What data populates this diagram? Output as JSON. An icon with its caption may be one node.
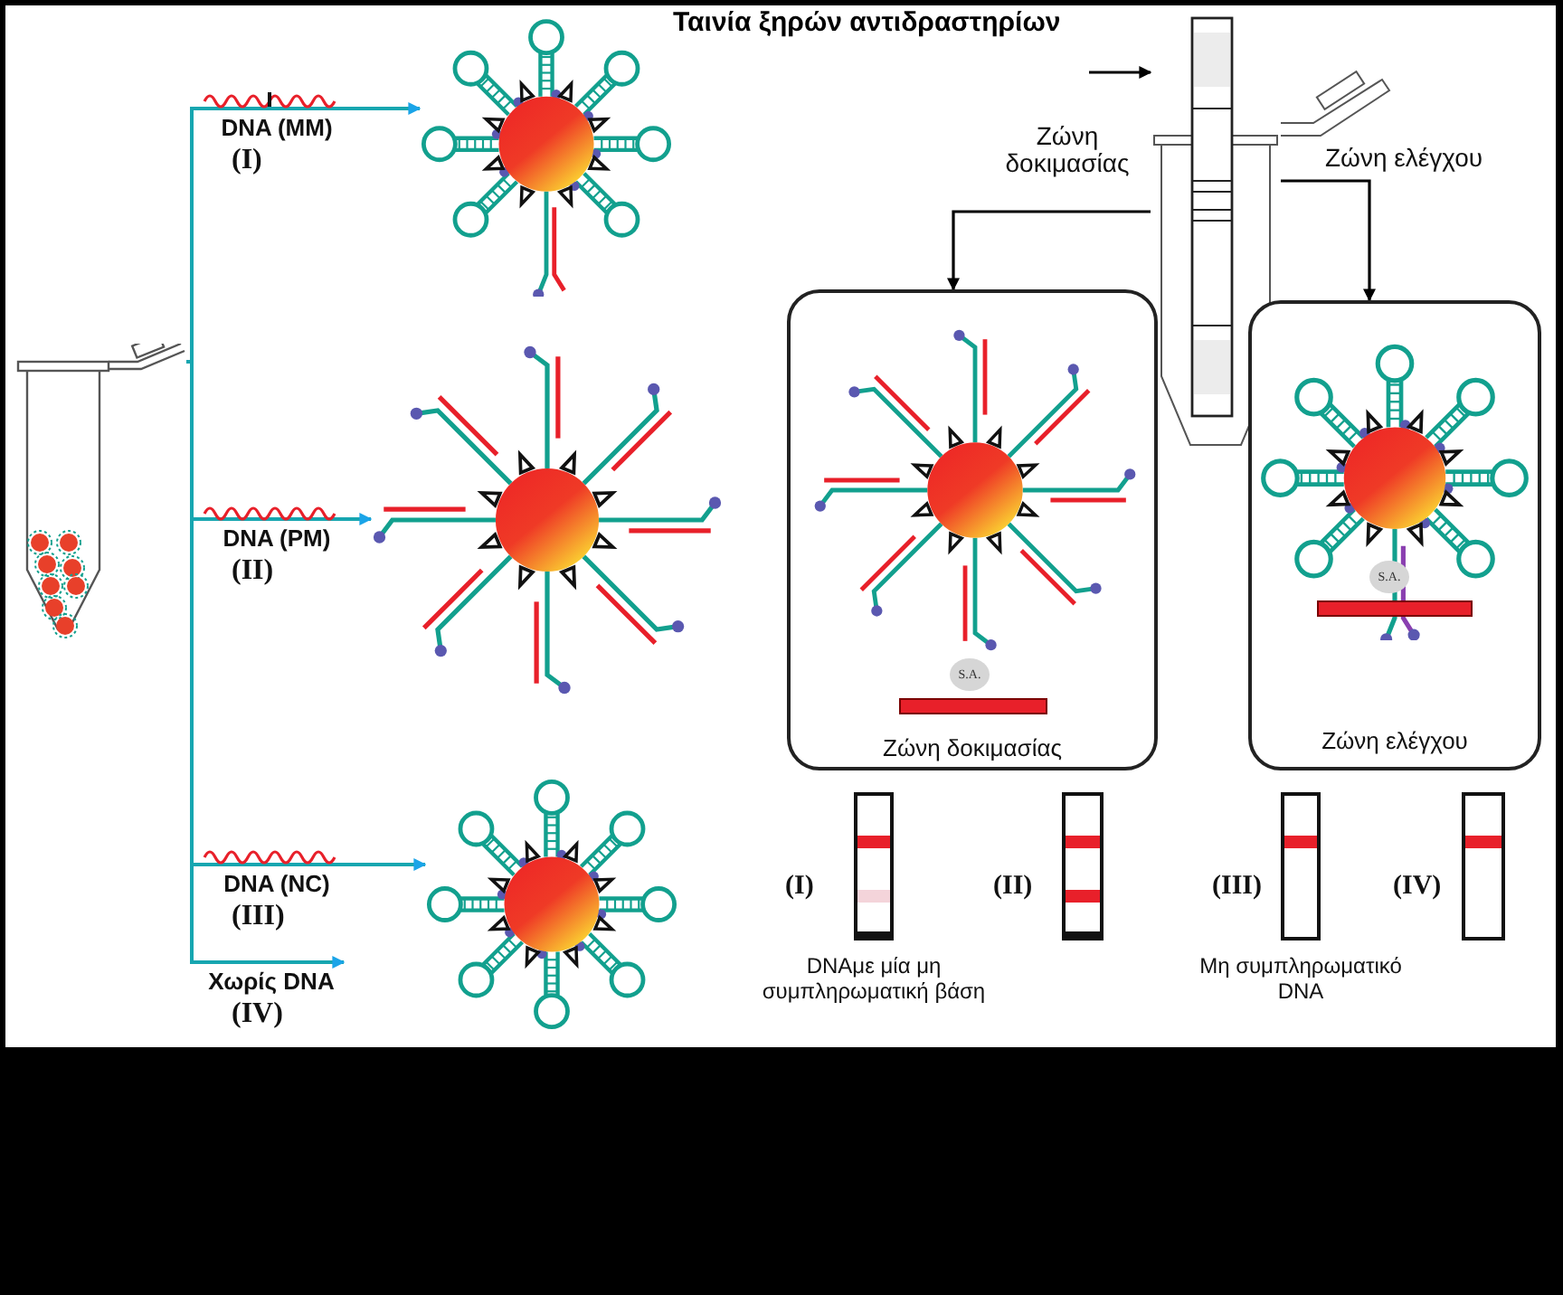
{
  "diagram": {
    "nodes": [
      {
        "text": [],
        "shape": "picture"
      },
      {
        "text": [],
        "shape": "picture"
      },
      {
        "text": [],
        "shape": "picture"
      },
      {
        "text": [],
        "shape": "picture"
      },
      {
        "text": [
          "Ταινία ξηρών αντιδραστηρίων"
        ]
      },
      {
        "text": [],
        "shape": "picture"
      },
      {
        "text": [
          "Ζώνη δοκιμασίας"
        ]
      },
      {
        "text": [],
        "shape": "picture",
        "in": 6
      },
      {
        "text": [
          "Ζώνη ελέγχου"
        ]
      },
      {
        "text": [],
        "shape": "picture",
        "in": 8
      },
      {
        "text": [],
        "shape": "bar",
        "beside": [
          "(I)",
          "DNAμε μία μη συμπληρωματική βάση"
        ]
      },
      {
        "text": [],
        "shape": "bar",
        "beside": [
          "(II)"
        ]
      },
      {
        "text": [],
        "shape": "bar",
        "beside": [
          "(III)",
          "Μη συμπληρωματικό DNA"
        ]
      },
      {
        "text": [],
        "shape": "bar",
        "beside": [
          "(IV)"
        ]
      }
    ],
    "edges": [
      {
        "from": 0,
        "to": 1,
        "arrow": "to",
        "label": "DNA (MM)"
      },
      {
        "from": 0,
        "to": 2,
        "arrow": "to",
        "label": "DNA (PM)"
      },
      {
        "from": 0,
        "to": 3,
        "arrow": "to",
        "label": "DNA (NC)"
      },
      {
        "from": 0,
        "to": null,
        "arrow": "to",
        "label": "Χωρίς DNA"
      },
      {
        "from": 4,
        "to": 5,
        "arrow": "to",
        "color": "#000000"
      },
      {
        "from": 5,
        "to": 6,
        "arrow": "to",
        "label": "Ζώνη δοκιμασίας",
        "color": "#000000"
      },
      {
        "from": 5,
        "to": 8,
        "arrow": "to",
        "label": "Ζώνη ελέγχου",
        "color": "#000000"
      }
    ],
    "labels": [
      "(I)",
      "(II)",
      "(III)",
      "(IV)",
      "S.A.",
      "S.A."
    ]
  }
}
